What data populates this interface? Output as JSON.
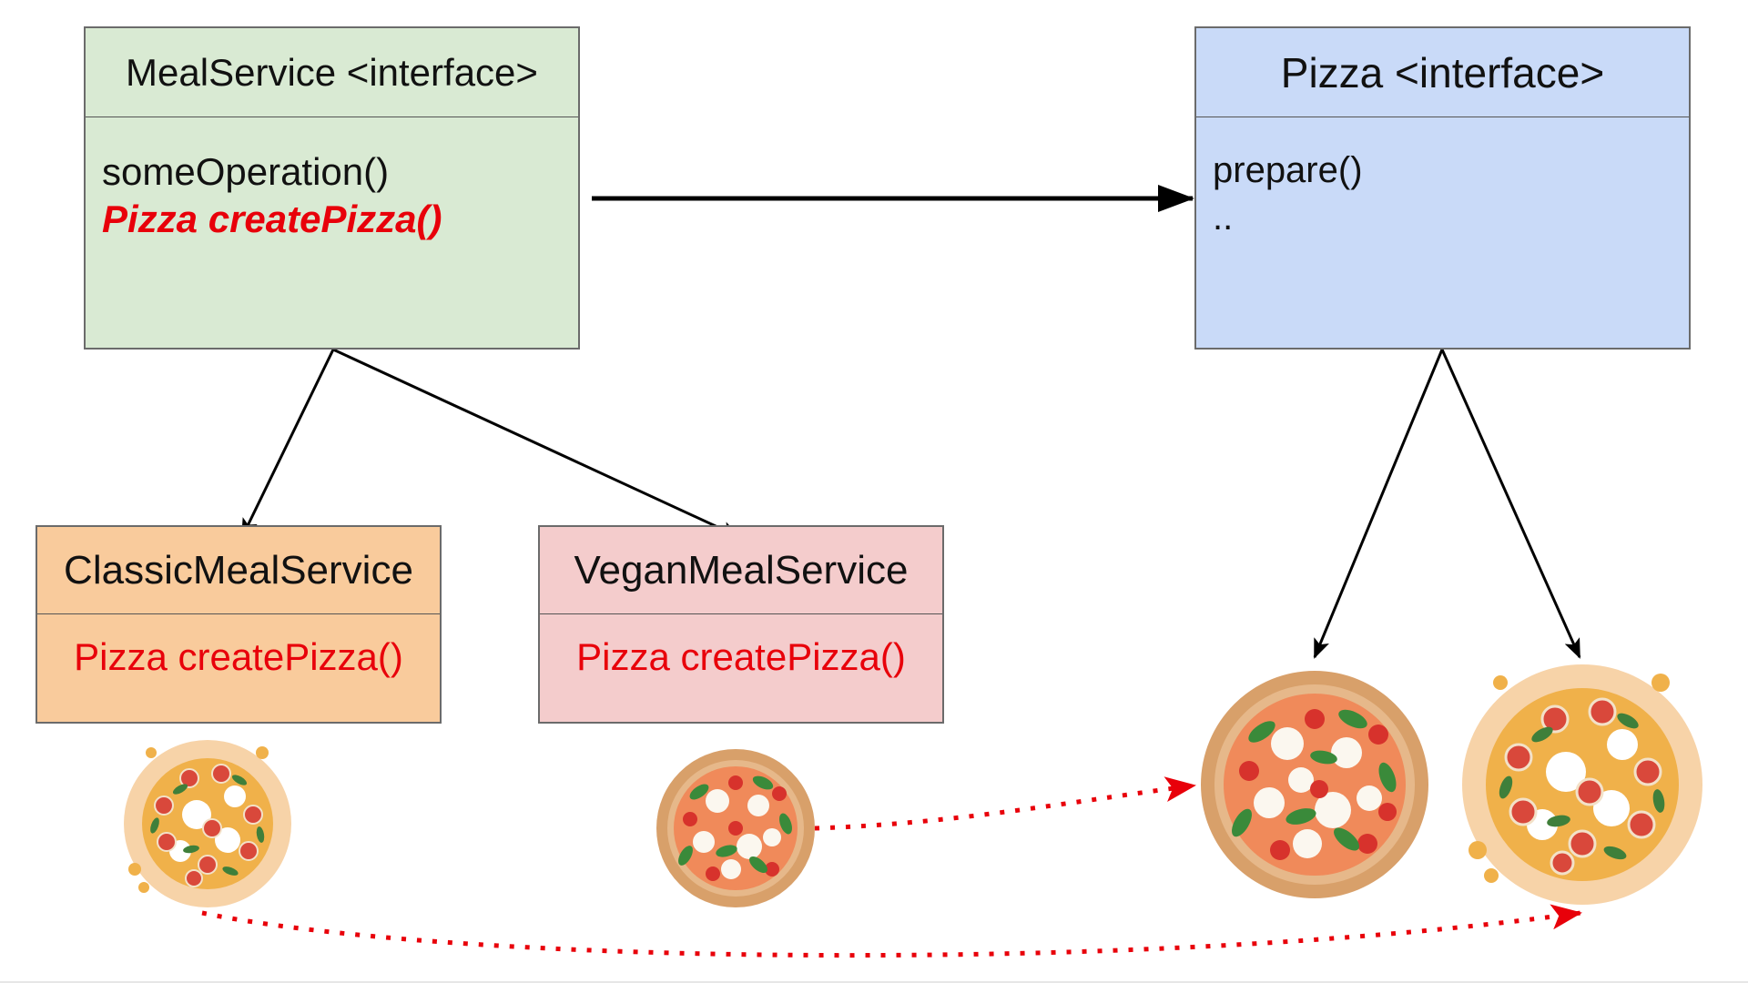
{
  "meal_service": {
    "title": "MealService <interface>",
    "methods": [
      "someOperation()",
      "Pizza createPizza()"
    ]
  },
  "pizza_interface": {
    "title": "Pizza <interface>",
    "methods": [
      "prepare()",
      ".."
    ]
  },
  "classic_meal_service": {
    "title": "ClassicMealService",
    "method": "Pizza createPizza()"
  },
  "vegan_meal_service": {
    "title": "VeganMealService",
    "method": "Pizza createPizza()"
  },
  "colors": {
    "meal_service_fill": "#d9ead3",
    "pizza_interface_fill": "#c9daf8",
    "classic_fill": "#f9cb9c",
    "vegan_fill": "#f4cccc",
    "highlight_text": "#e8000a",
    "arrow": "#000000",
    "dotted_arrow": "#e8000a"
  },
  "icons": [
    "illustrated-pizza-icon",
    "realistic-pizza-icon"
  ]
}
